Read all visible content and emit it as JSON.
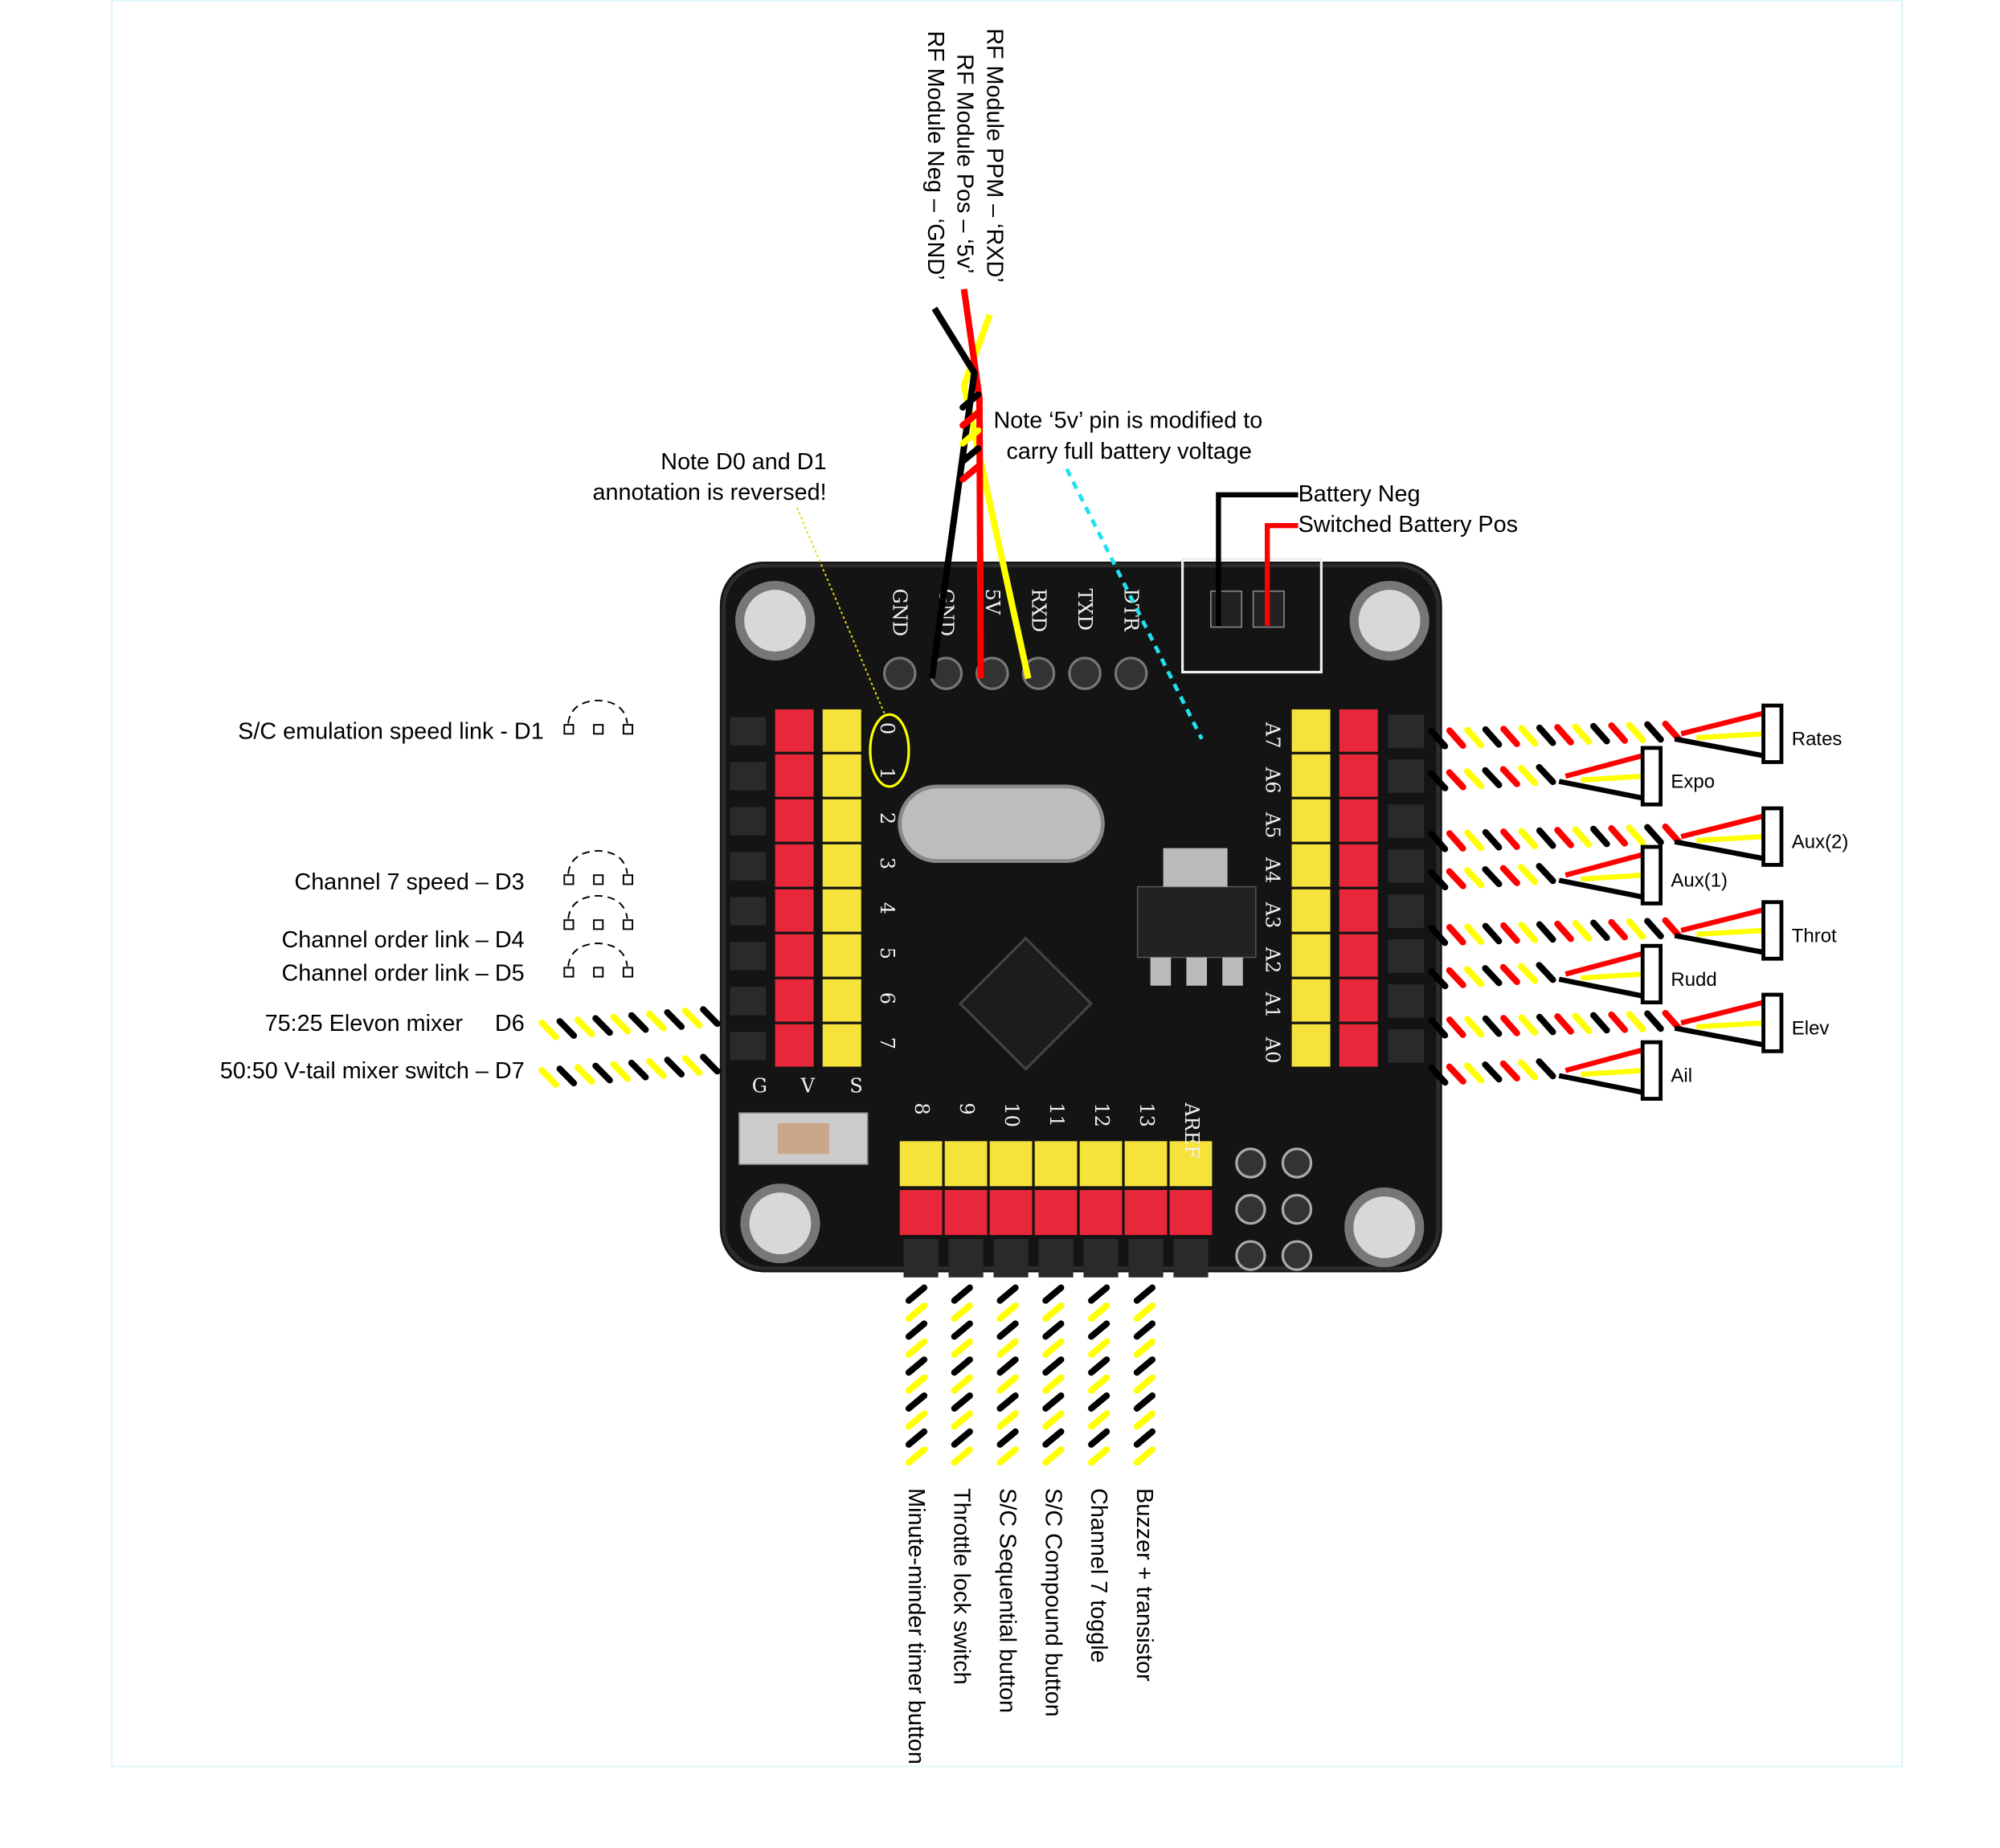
{
  "colors": {
    "wire_signal": "#ffff00",
    "wire_pos": "#ff0000",
    "wire_neg": "#000000",
    "board": "#111111",
    "pin_yellow": "#f5e23a",
    "pin_red": "#e8283a",
    "leader_cyan": "#22e0ee",
    "leader_yellow": "#e8d800"
  },
  "top_labels": {
    "rf_ppm": "RF Module PPM – ‘RXD’",
    "rf_pos": "RF Module Pos – ‘5v’",
    "rf_neg": "RF Module Neg – ‘GND’"
  },
  "notes": {
    "five_v_line1": "Note ‘5v’ pin is modified to",
    "five_v_line2": "carry full battery voltage",
    "d0d1_line1": "Note D0 and D1",
    "d0d1_line2": "annotation is reversed!"
  },
  "battery": {
    "neg": "Battery Neg",
    "pos": "Switched Battery Pos"
  },
  "left_labels": [
    {
      "text": "S/C emulation speed link - D1",
      "kind": "jumper"
    },
    {
      "text": "Channel 7 speed – D3",
      "kind": "jumper"
    },
    {
      "text": "Channel order link – D4",
      "kind": "jumper"
    },
    {
      "text": "Channel order link – D5",
      "kind": "jumper"
    },
    {
      "text": "75:25 Elevon mixer",
      "pin": "D6",
      "kind": "cable"
    },
    {
      "text": "50:50 V-tail mixer switch – D7",
      "kind": "cable"
    }
  ],
  "right_channels": [
    "Rates",
    "Expo",
    "Aux(2)",
    "Aux(1)",
    "Throt",
    "Rudd",
    "Elev",
    "Ail"
  ],
  "bottom_labels": [
    "Minute-minder timer button",
    "Throttle lock switch",
    "S/C Sequential button",
    "S/C Compound button",
    "Channel 7 toggle",
    "Buzzer + transistor"
  ],
  "board_silkscreen": {
    "top_header": [
      "GND",
      "GND",
      "5V",
      "RXD",
      "TXD",
      "DTR"
    ],
    "analog": [
      "A7",
      "A6",
      "A5",
      "A4",
      "A3",
      "A2",
      "A1",
      "A0"
    ],
    "digital_left": [
      "0",
      "1",
      "2",
      "3",
      "4",
      "5",
      "6",
      "7"
    ],
    "digital_bottom": [
      "8",
      "9",
      "10",
      "11",
      "12",
      "13",
      "AREF"
    ],
    "rail_letters": [
      "G",
      "V",
      "S"
    ]
  }
}
